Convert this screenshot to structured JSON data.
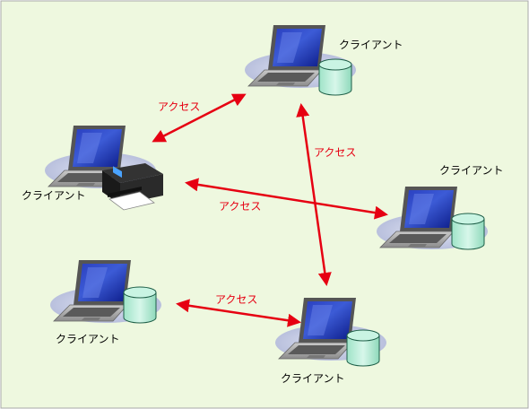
{
  "colors": {
    "background": "#eef8df",
    "border": "#a8a8a8",
    "arrow": "#e60012",
    "arrow_label": "#e60012",
    "client_label": "#000000",
    "halo": "#c9cfe6",
    "db": "#bff0dc"
  },
  "nodes": {
    "top_client": {
      "label": "クライアント",
      "icon": "laptop-with-database-icon"
    },
    "left_client": {
      "label": "クライアント",
      "icon": "laptop-with-printer-icon"
    },
    "right_client": {
      "label": "クライアント",
      "icon": "laptop-with-database-icon"
    },
    "bottom_left_client": {
      "label": "クライアント",
      "icon": "laptop-with-database-icon"
    },
    "bottom_client": {
      "label": "クライアント",
      "icon": "laptop-with-database-icon"
    }
  },
  "edges": [
    {
      "from": "left_client",
      "to": "top_client",
      "label": "アクセス",
      "bidirectional": true
    },
    {
      "from": "top_client",
      "to": "bottom_client",
      "label": "アクセス",
      "bidirectional": true
    },
    {
      "from": "left_client",
      "to": "right_client",
      "label": "アクセス",
      "bidirectional": true
    },
    {
      "from": "bottom_left_client",
      "to": "bottom_client",
      "label": "アクセス",
      "bidirectional": true
    }
  ]
}
